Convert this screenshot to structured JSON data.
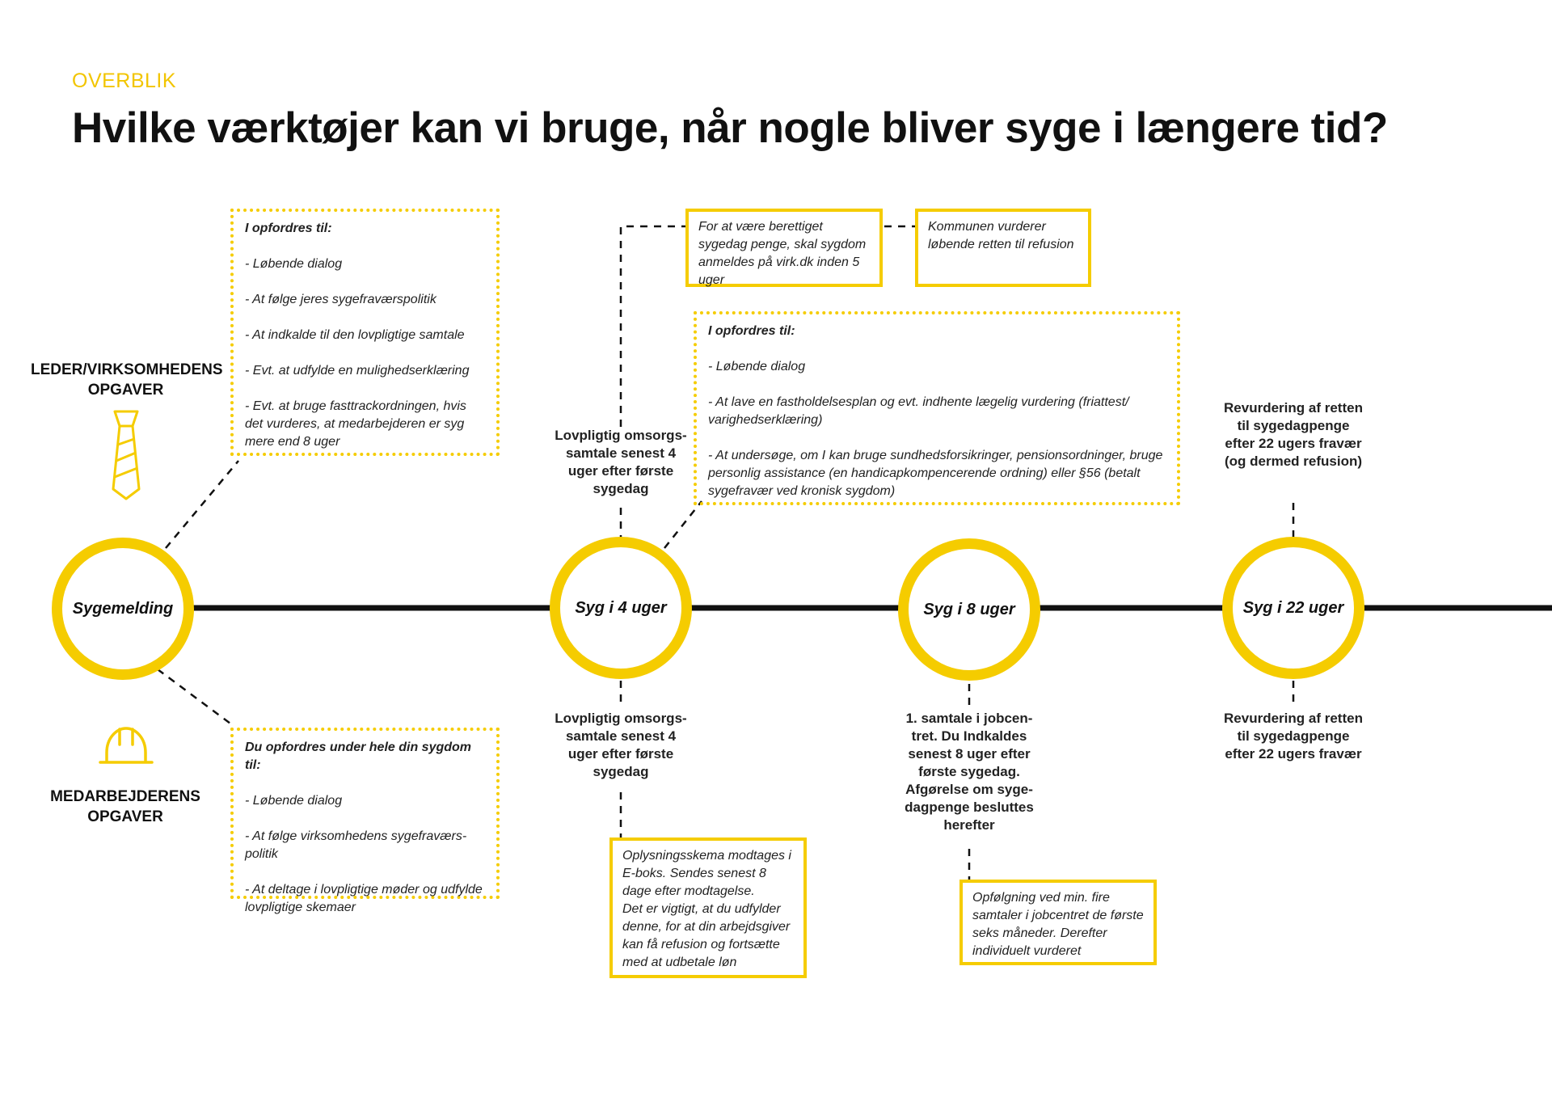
{
  "header": {
    "kicker": "OVERBLIK",
    "title": "Hvilke værktøjer kan vi bruge, når nogle bliver syge i længere tid?"
  },
  "roles": {
    "leader": {
      "line1": "LEDER/VIRKSOMHEDENS",
      "line2": "OPGAVER",
      "icon": "tie-icon"
    },
    "employee": {
      "line1": "MEDARBEJDERENS",
      "line2": "OPGAVER",
      "icon": "hard-hat-icon"
    }
  },
  "colors": {
    "accent": "#f5cc00",
    "line": "#111111"
  },
  "nodes": {
    "sygemelding": "Sygemelding",
    "week4": "Syg i 4 uger",
    "week8": "Syg i 8 uger",
    "week22": "Syg i 22 uger"
  },
  "boxes": {
    "leader_tasks": {
      "heading": "I opfordres til:",
      "items": [
        "- Løbende dialog",
        "- At følge jeres sygefraværspolitik",
        "- At indkalde til den lovpligtige samtale",
        "- Evt. at udfylde en mulighedserklæring",
        "- Evt. at bruge fasttrackordningen, hvis det vurderes, at medarbejderen er syg mere end 8 uger"
      ]
    },
    "employee_tasks": {
      "heading": "Du opfordres under hele din sygdom til:",
      "items": [
        "- Løbende dialog",
        "- At følge virksomhedens sygefraværs-politik",
        "- At deltage i lovpligtige møder og udfylde lovpligtige skemaer"
      ]
    },
    "leader_tasks_4w": {
      "heading": "I opfordres til:",
      "items": [
        "- Løbende dialog",
        "- At lave en fastholdelsesplan og evt. indhente lægelig vurdering (friattest/ varighedserklæring)",
        "- At undersøge, om I kan bruge sundhedsforsikringer, pensionsordninger, bruge personlig assistance (en handicapkompencerende ordning) eller §56 (betalt sygefravær ved kronisk sygdom)"
      ]
    },
    "virk_dk": "For at være berettiget sygedag penge, skal sygdom anmeldes på virk.dk inden 5 uger",
    "kommunen": "Kommunen vurderer løbende retten til refusion",
    "oplysningsskema": {
      "line1": "Oplysningsskema modtages i E-boks. Sendes senest 8 dage efter modtagelse.",
      "line2": "Det er vigtigt, at du udfylder denne, for at din arbejdsgiver kan få refusion og fortsætte med at udbetale løn"
    },
    "opfolgning": "Opfølgning ved min. fire samtaler i jobcentret de første seks måneder. Derefter individuelt vurderet"
  },
  "labels": {
    "samtale_top": "Lovpligtig omsorgs-samtale senest 4 uger efter første sygedag",
    "samtale_bottom": "Lovpligtig omsorgs-samtale senest 4 uger efter første sygedag",
    "jobcenter": "1. samtale i jobcen-tret. Du Indkaldes senest 8 uger efter første sygedag. Afgørelse om syge-dagpenge besluttes herefter",
    "revurdering_top": "Revurdering af retten til sygedagpenge efter 22 ugers fravær (og dermed refusion)",
    "revurdering_bottom": "Revurdering af retten til sygedagpenge efter 22 ugers fravær"
  }
}
